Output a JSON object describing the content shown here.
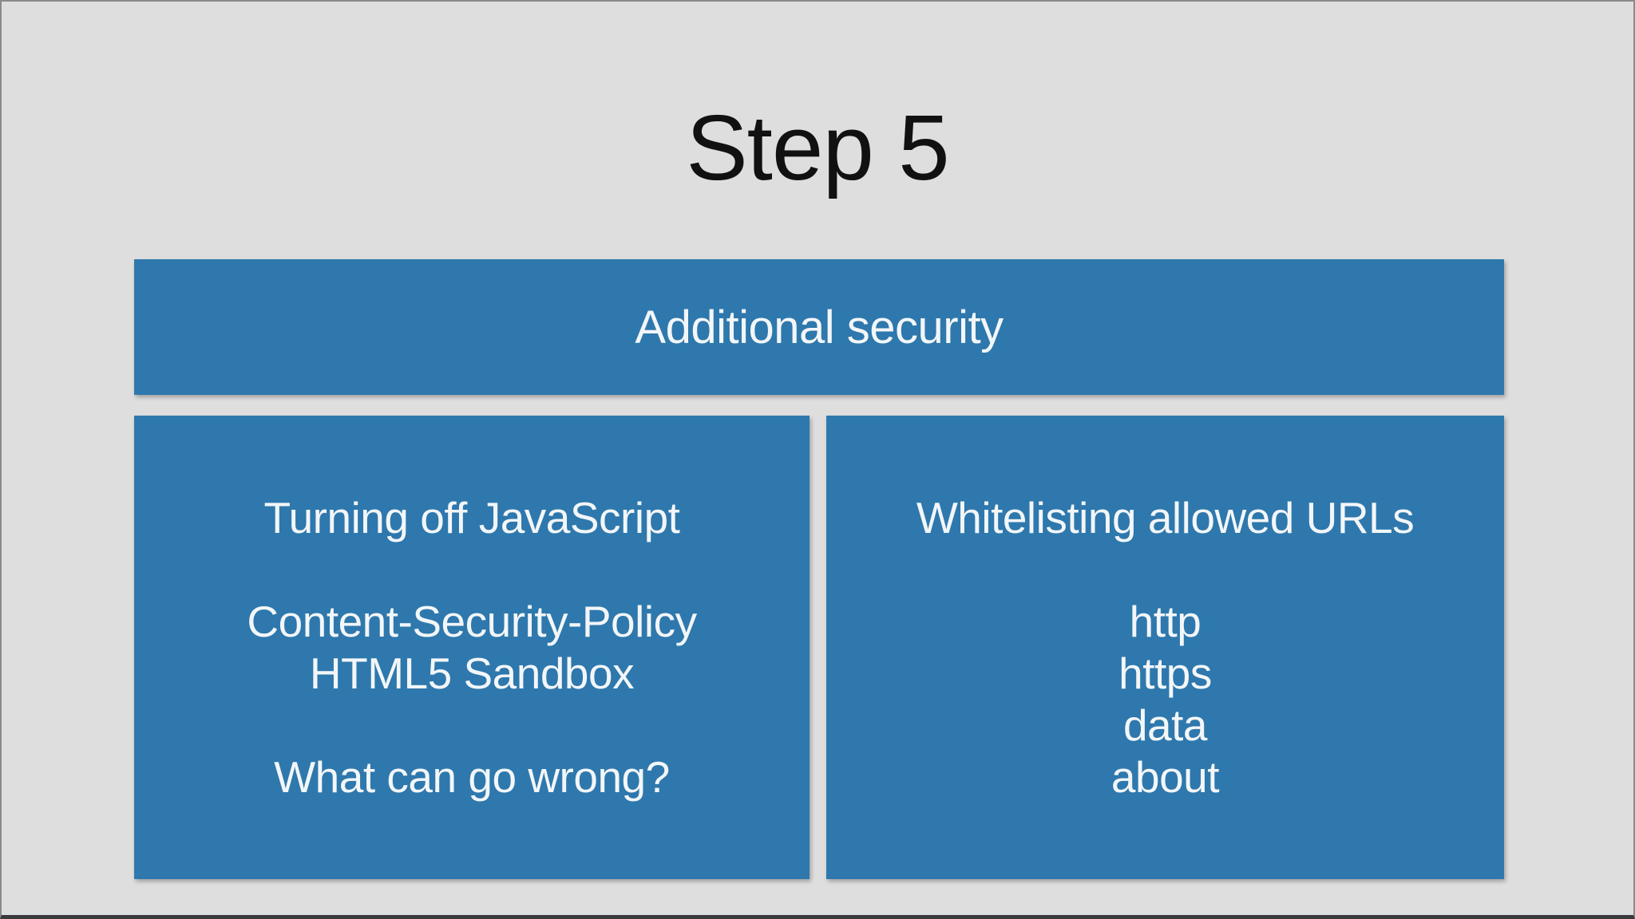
{
  "slide": {
    "title": "Step 5",
    "banner": {
      "label": "Additional security"
    },
    "left_box": {
      "lines": [
        "Turning off JavaScript",
        "",
        "Content-Security-Policy",
        "HTML5 Sandbox",
        "",
        "What can go wrong?"
      ]
    },
    "right_box": {
      "lines": [
        "Whitelisting allowed URLs",
        "",
        "http",
        "https",
        "data",
        "about"
      ]
    }
  },
  "colors": {
    "background": "#dedede",
    "panel_blue": "#2e78ad",
    "title_text": "#111111",
    "panel_text": "#f3f6f8",
    "frame_side": "#8a8a8a",
    "frame_bottom": "#3a3a3c"
  }
}
